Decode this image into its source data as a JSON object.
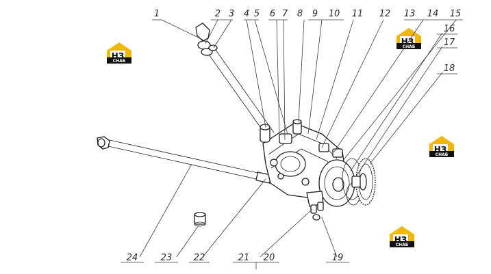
{
  "diagram": {
    "callouts": [
      "1",
      "2",
      "3",
      "4",
      "5",
      "6",
      "7",
      "8",
      "9",
      "10",
      "11",
      "12",
      "13",
      "14",
      "15",
      "16",
      "17",
      "18",
      "19",
      "20",
      "21",
      "22",
      "23",
      "24"
    ]
  },
  "watermark": {
    "brand_top": "НЗ",
    "brand_bottom": "СНАБ",
    "colors": {
      "gold": "#f2b705",
      "black": "#111111",
      "white": "#ffffff"
    }
  }
}
